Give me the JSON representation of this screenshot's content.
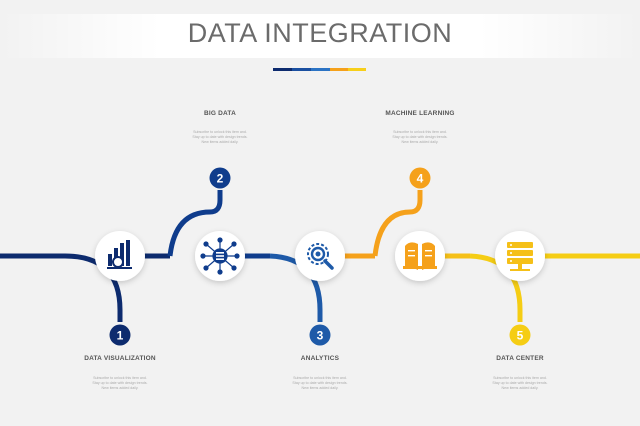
{
  "title": "DATA INTEGRATION",
  "accent_colors": [
    "#0d2b6e",
    "#1a4fa0",
    "#2b73c4",
    "#f5a11b",
    "#f7cf1a"
  ],
  "steps": [
    {
      "number": "1",
      "title": "DATA VISUALIZATION",
      "description": "Subscribe to unlock this item and. Stay up to date with design trends. New items added daily.",
      "color": "#0d2b6e",
      "icon": "bar-chart-icon"
    },
    {
      "number": "2",
      "title": "BIG DATA",
      "description": "Subscribe to unlock this item and. Stay up to date with design trends. New items added daily.",
      "color": "#0f3c8c",
      "icon": "network-database-icon"
    },
    {
      "number": "3",
      "title": "ANALYTICS",
      "description": "Subscribe to unlock this item and. Stay up to date with design trends. New items added daily.",
      "color": "#1e5aa8",
      "icon": "magnifier-icon"
    },
    {
      "number": "4",
      "title": "MACHINE LEARNING",
      "description": "Subscribe to unlock this item and. Stay up to date with design trends. New items added daily.",
      "color": "#f5a11b",
      "icon": "brain-book-icon"
    },
    {
      "number": "5",
      "title": "DATA CENTER",
      "description": "Subscribe to unlock this item and. Stay up to date with design trends. New items added daily.",
      "color": "#f5cd14",
      "icon": "server-rack-icon"
    }
  ]
}
